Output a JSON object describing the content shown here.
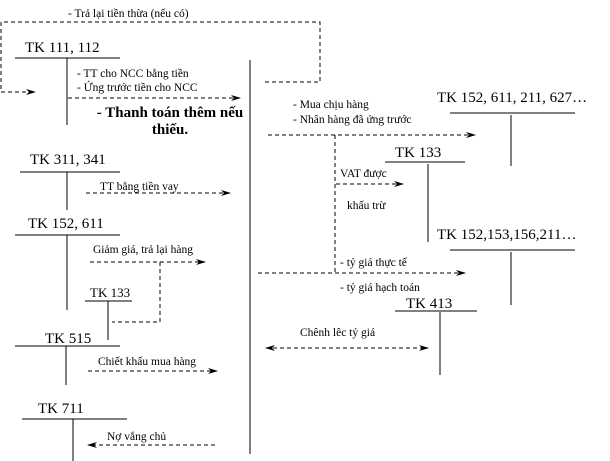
{
  "accounts": {
    "tk111": "TK 111, 112",
    "tk311": "TK 311, 341",
    "tk152_611": "TK 152, 611",
    "tk133_left": "TK 133",
    "tk515": "TK 515",
    "tk711": "TK 711",
    "tk152_right": "TK 152, 611, 211, 627…",
    "tk133_right": "TK 133",
    "tk152_153": "TK 152,153,156,211…",
    "tk413": "TK 413"
  },
  "labels": {
    "refund": "- Trả lại tiền thừa (nếu có)",
    "pay_cash": "- TT cho NCC bằng tiền",
    "advance": "- Ứng trước tiền cho NCC",
    "extra_pay_1": "- Thanh toán thêm nếu",
    "extra_pay_2": "thiếu.",
    "loan_pay": "TT bằng tiền vay",
    "discount_return": "Giảm giá, trả lại hàng",
    "purchase_discount": "Chiết khấu mua hàng",
    "debt": "Nợ vắng chủ",
    "buy_credit": "-  Mua chịu hàng",
    "receive_advance": "- Nhân hàng đã ứng trước",
    "vat_1": "VAT được",
    "vat_2": "khấu trừ",
    "rate_actual": "- tỷ giá thực tế",
    "rate_book": "- tỷ giá hạch toán",
    "rate_diff": "Chênh lêc tỷ giá"
  }
}
